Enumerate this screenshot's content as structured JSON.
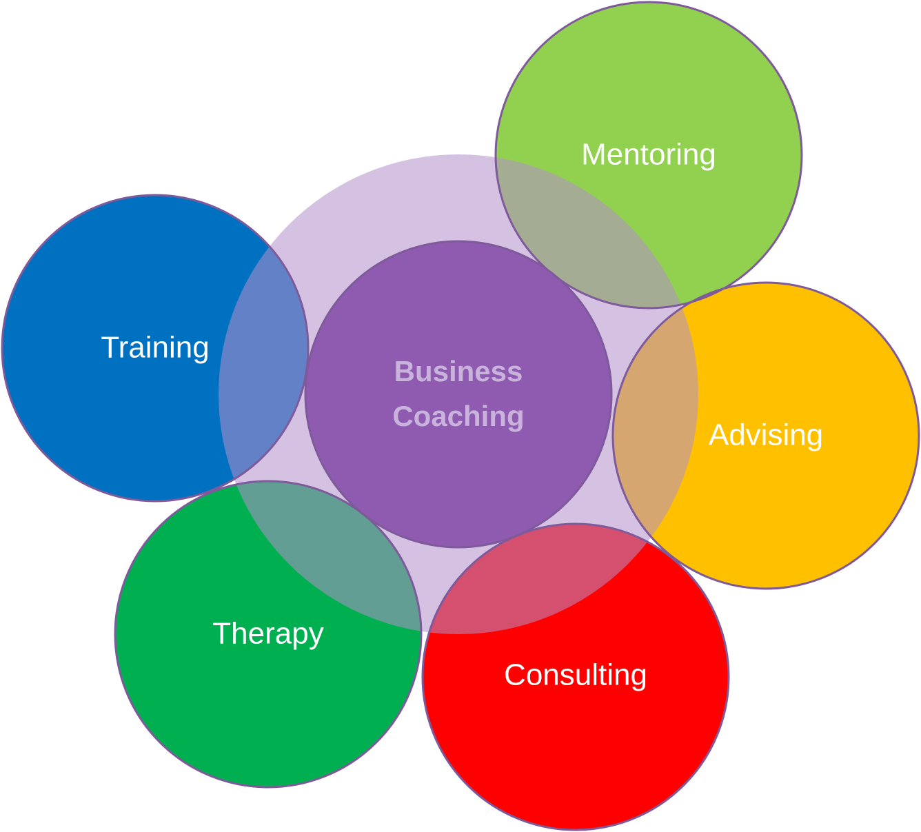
{
  "center": {
    "line1": "Business",
    "line2": "Coaching",
    "ring_color": "#b38fcb",
    "core_color": "#8e5bb0"
  },
  "nodes": [
    {
      "id": "mentoring",
      "label": "Mentoring",
      "color": "#92d050"
    },
    {
      "id": "training",
      "label": "Training",
      "color": "#0070c0"
    },
    {
      "id": "advising",
      "label": "Advising",
      "color": "#ffc000"
    },
    {
      "id": "therapy",
      "label": "Therapy",
      "color": "#00b050"
    },
    {
      "id": "consulting",
      "label": "Consulting",
      "color": "#ff0000"
    }
  ],
  "colors": {
    "outline": "#7e5a9b",
    "label_text": "#ffffff"
  }
}
